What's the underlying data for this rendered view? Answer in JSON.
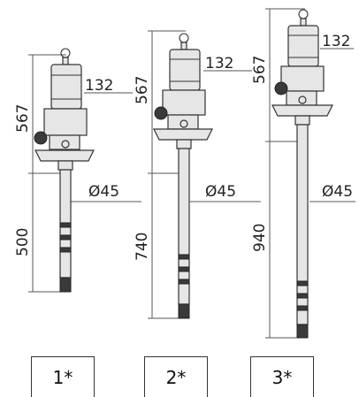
{
  "variants": [
    {
      "id": "1",
      "label": "1*",
      "head_height": "567",
      "tube_length": "500",
      "width": "132",
      "diameter": "Ø45"
    },
    {
      "id": "2",
      "label": "2*",
      "head_height": "567",
      "tube_length": "740",
      "width": "132",
      "diameter": "Ø45"
    },
    {
      "id": "3",
      "label": "3*",
      "head_height": "567",
      "tube_length": "940",
      "width": "132",
      "diameter": "Ø45"
    }
  ]
}
